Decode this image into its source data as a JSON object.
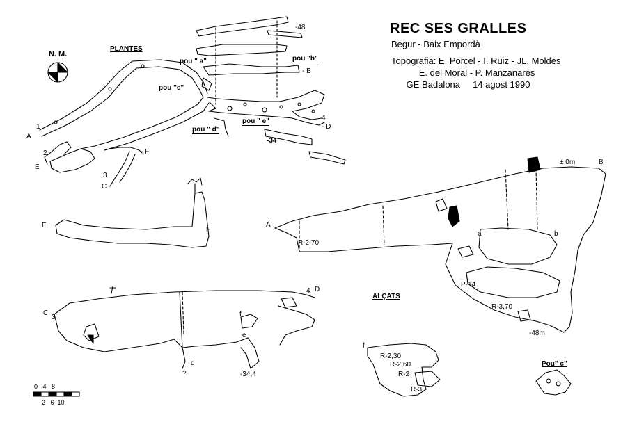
{
  "header": {
    "title": "REC SES GRALLES",
    "location": "Begur - Baix Empordà",
    "credits": "Topografia: E. Porcel - I. Ruiz - JL. Moldes\n           E. del Moral - P. Manzanares\n      GE Badalona     14 agost 1990"
  },
  "north_label": "N. M.",
  "sections": {
    "plan": "PLANTES",
    "elevations": "ALÇATS"
  },
  "plan_labels": {
    "pou_a": "pou \" a\"",
    "pou_b": "pou \"b\"",
    "pou_c": "pou \"c\"",
    "pou_d": "pou \" d\"",
    "pou_e": "pou \" e\"",
    "depth_48": "-48",
    "depth_34": "-34",
    "a": "A",
    "b": "- B",
    "c": "C",
    "d": "- D",
    "e": "E",
    "f": "- F",
    "n1": "1",
    "n2": "2",
    "n3": "3",
    "n4": "4"
  },
  "elevation_labels": {
    "zero": "± 0m",
    "b": "B",
    "a": "A",
    "r270": "R-2,70",
    "a_small": "a",
    "b_small": "b",
    "p14": "P-14",
    "r370": "R-3,70",
    "m48": "-48m",
    "e": "E",
    "f": "F",
    "c": "C",
    "n3": "3",
    "n4": "4",
    "d": "D",
    "f_small": "f",
    "e_small": "e",
    "d_small": "d",
    "q": "?",
    "m344": "-34,4",
    "f2": "f",
    "r230": "R-2,30",
    "r260": "R-2,60",
    "r2": "R-2",
    "r3": "R-3",
    "pou_c": "Pou\" c\""
  },
  "scale": {
    "top": "0   4   8",
    "bottom": "2   6  10"
  }
}
